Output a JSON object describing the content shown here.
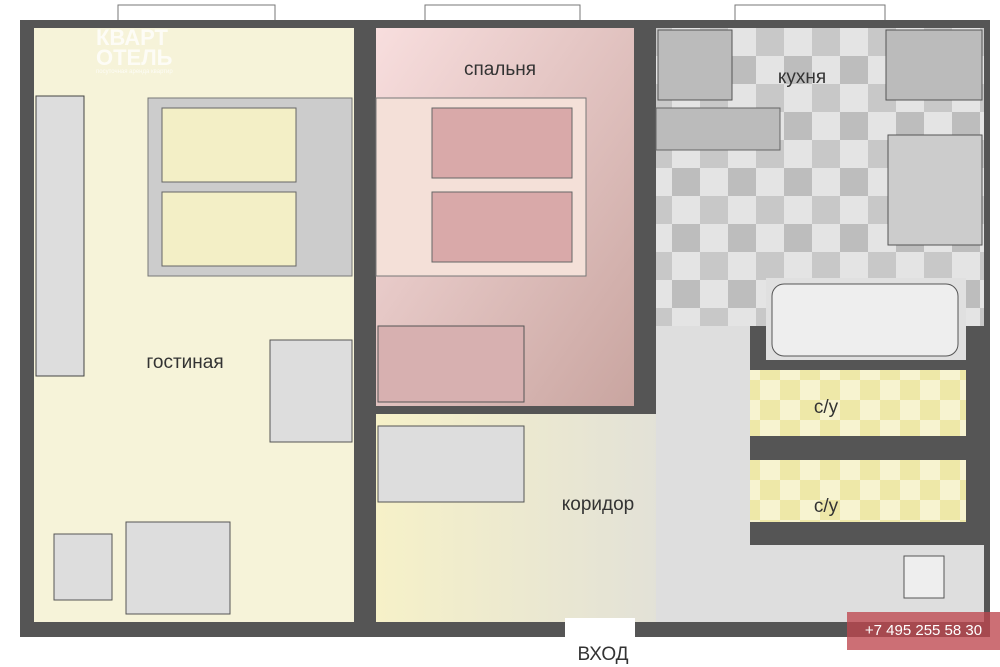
{
  "plan": {
    "rooms": {
      "living": "гостиная",
      "bedroom": "спальня",
      "kitchen": "кухня",
      "bath1": "с/у",
      "bath2": "с/у",
      "corridor": "коридор"
    },
    "entrance": "ВХОД"
  },
  "logo": {
    "line1": "КВАРТ",
    "line2": "ОТЕЛЬ",
    "tagline": "посуточная аренда квартир"
  },
  "phone": "+7 495 255 58 30",
  "colors": {
    "wall": "#555555",
    "living": "#f6f3d9",
    "bedroom": "#e9c4c4",
    "kitchen": "#d6d6d6",
    "phone_bg": "#be464e"
  }
}
